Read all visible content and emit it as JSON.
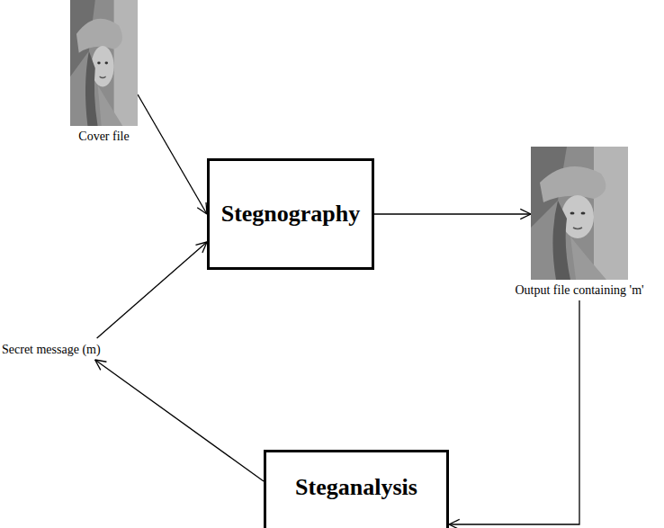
{
  "diagram": {
    "nodes": [
      {
        "text": [
          "Cover file"
        ]
      },
      {
        "text": [
          "Stegnography"
        ]
      },
      {
        "text": [
          "Output file containing 'm'"
        ]
      },
      {
        "text": [
          "Secret message (m)"
        ]
      },
      {
        "text": [
          "Steganalysis"
        ]
      }
    ],
    "edges": [
      {
        "from": 0,
        "to": 1,
        "arrow": "to"
      },
      {
        "from": 3,
        "to": 1,
        "arrow": "to"
      },
      {
        "from": 1,
        "to": 2,
        "arrow": "to"
      },
      {
        "from": 2,
        "to": 4,
        "arrow": "to"
      },
      {
        "from": 4,
        "to": 3,
        "arrow": "to"
      }
    ]
  }
}
